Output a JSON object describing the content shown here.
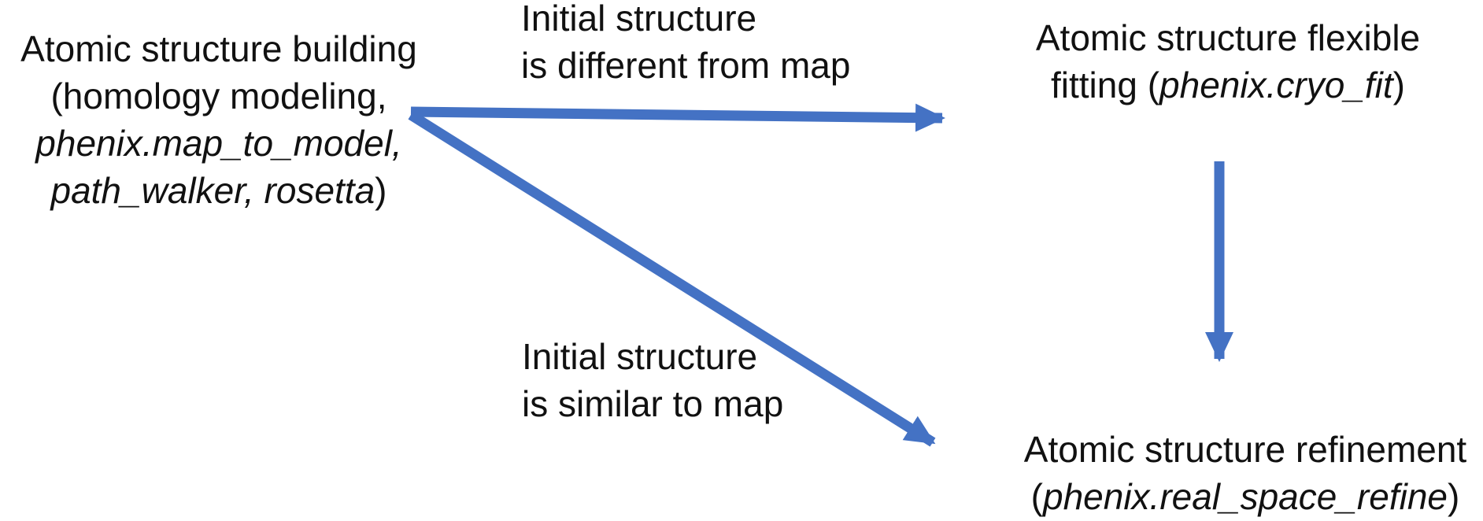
{
  "diagram": {
    "background": "#ffffff",
    "text_color": "#111111",
    "arrow_color": "#4472C4",
    "nodes": {
      "building": {
        "line1": "Atomic structure building",
        "line2": "(homology modeling,",
        "line3_italic": "phenix.map_to_model,",
        "line4_italic": "path_walker, rosetta",
        "line4_close": ")"
      },
      "fitting": {
        "line1": "Atomic structure flexible",
        "line2_prefix": "fitting (",
        "line2_italic": "phenix.cryo_fit",
        "line2_suffix": ")"
      },
      "refinement": {
        "line1": "Atomic structure refinement",
        "line2_prefix": "(",
        "line2_italic": "phenix.real_space_refine",
        "line2_suffix": ")"
      }
    },
    "labels": {
      "different": {
        "line1": "Initial structure",
        "line2": "is different from map"
      },
      "similar": {
        "line1": "Initial structure",
        "line2": "is similar to map"
      }
    }
  }
}
